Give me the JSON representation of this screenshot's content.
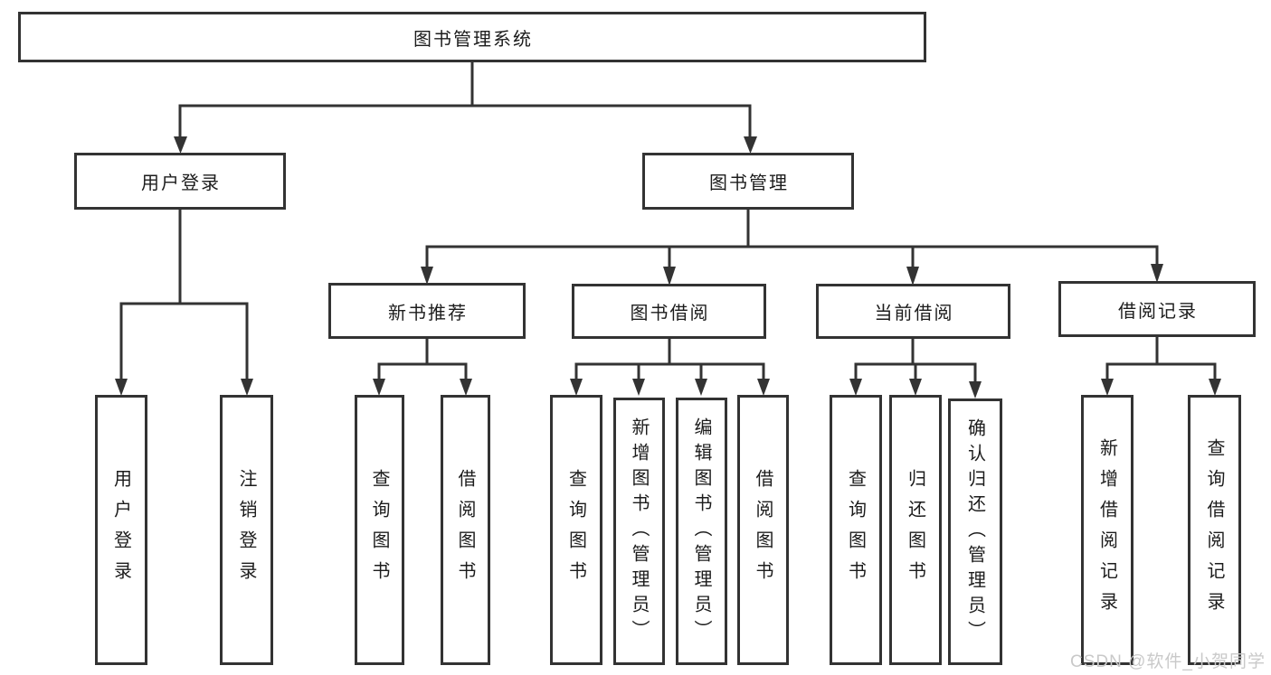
{
  "tree": {
    "label": "图书管理系统",
    "children": [
      {
        "label": "用户登录",
        "children": [
          {
            "label": "用户登录"
          },
          {
            "label": "注销登录"
          }
        ]
      },
      {
        "label": "图书管理",
        "children": [
          {
            "label": "新书推荐",
            "children": [
              {
                "label": "查询图书"
              },
              {
                "label": "借阅图书"
              }
            ]
          },
          {
            "label": "图书借阅",
            "children": [
              {
                "label": "查询图书"
              },
              {
                "label": "新增图书（管理员）"
              },
              {
                "label": "编辑图书（管理员）"
              },
              {
                "label": "借阅图书"
              }
            ]
          },
          {
            "label": "当前借阅",
            "children": [
              {
                "label": "查询图书"
              },
              {
                "label": "归还图书"
              },
              {
                "label": "确认归还（管理员）"
              }
            ]
          },
          {
            "label": "借阅记录",
            "children": [
              {
                "label": "新增借阅记录"
              },
              {
                "label": "查询借阅记录"
              }
            ]
          }
        ]
      }
    ]
  },
  "watermark": {
    "text": "CSDN @软件_小贺同学",
    "color": "#c9c9c9"
  },
  "colors": {
    "line": "#333333",
    "box_border": "#333333",
    "box_bg": "#ffffff",
    "text": "#1c1c1c",
    "background": "#ffffff"
  }
}
